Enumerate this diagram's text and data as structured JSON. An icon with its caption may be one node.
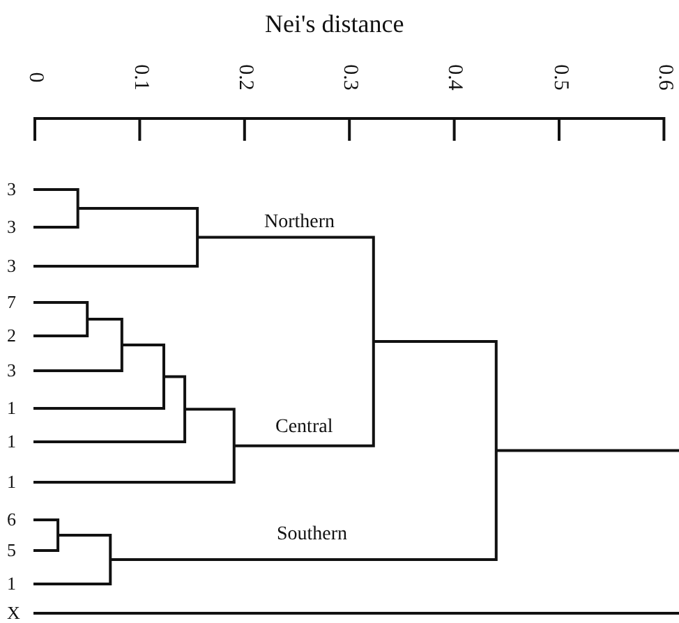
{
  "diagram": {
    "title": "Nei's distance",
    "labels": [
      "0",
      "0.1",
      "0.2",
      "0.3",
      "0.4",
      "0.5",
      "0.6",
      "3",
      "3",
      "Northern",
      "3",
      "7",
      "2",
      "3",
      "1",
      "1",
      "Central",
      "1",
      "6",
      "Southern",
      "5",
      "1",
      "X"
    ]
  }
}
